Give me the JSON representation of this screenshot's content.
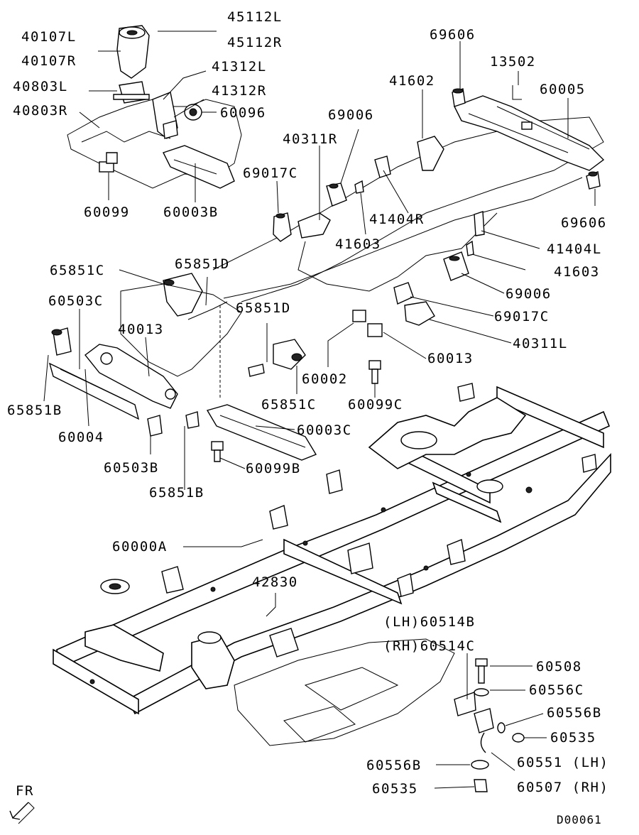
{
  "parts": {
    "p45112L": "45112L",
    "p45112R": "45112R",
    "p40107L": "40107L",
    "p40107R": "40107R",
    "p41312L": "41312L",
    "p41312R": "41312R",
    "p40803L": "40803L",
    "p40803R": "40803R",
    "p60096": "60096",
    "p60099": "60099",
    "p60003B": "60003B",
    "p69606a": "69606",
    "p13502": "13502",
    "p41602": "41602",
    "p60005": "60005",
    "p69006a": "69006",
    "p40311R": "40311R",
    "p69017Ca": "69017C",
    "p41404R": "41404R",
    "p41603a": "41603",
    "p69606b": "69606",
    "p41404L": "41404L",
    "p41603b": "41603",
    "p69006b": "69006",
    "p69017Cb": "69017C",
    "p40311L": "40311L",
    "p65851Ca": "65851C",
    "p65851Da": "65851D",
    "p60503C": "60503C",
    "p65851Db": "65851D",
    "p40013": "40013",
    "p60013": "60013",
    "p60002": "60002",
    "p65851Cb": "65851C",
    "p60099C": "60099C",
    "p65851Ba": "65851B",
    "p60004": "60004",
    "p60003C": "60003C",
    "p60503B": "60503B",
    "p60099B": "60099B",
    "p65851Bb": "65851B",
    "p60000A": "60000A",
    "p42830": "42830",
    "p60514B": "(LH)60514B",
    "p60514C": "(RH)60514C",
    "p60508": "60508",
    "p60556Ca": "60556C",
    "p60556Ba": "60556B",
    "p60535a": "60535",
    "p60551": "60551 (LH)",
    "p60556Bb": "60556B",
    "p60507": "60507 (RH)",
    "p60535b": "60535"
  },
  "direction_label": "FR",
  "diagram_code": "D00061"
}
